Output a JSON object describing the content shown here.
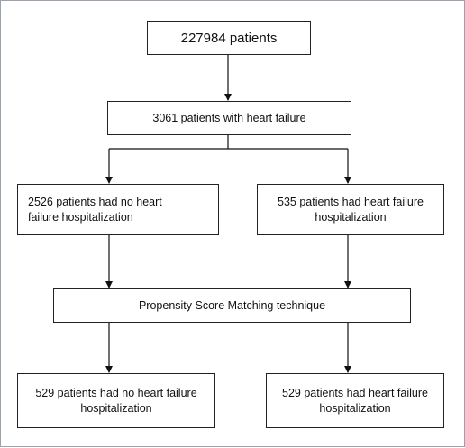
{
  "flowchart": {
    "total": "227984 patients",
    "heart_failure": "3061 patients with heart failure",
    "no_hospitalization": [
      "2526 patients had no heart",
      "failure hospitalization"
    ],
    "hospitalization": [
      "535 patients had heart failure",
      "hospitalization"
    ],
    "matching": "Propensity Score Matching technique",
    "matched_no_hospitalization": [
      "529 patients had no heart failure",
      "hospitalization"
    ],
    "matched_hospitalization": [
      "529 patients had heart failure",
      "hospitalization"
    ]
  },
  "colors": {
    "border": "#222222",
    "frame": "#9aa3ad",
    "text": "#111111"
  }
}
